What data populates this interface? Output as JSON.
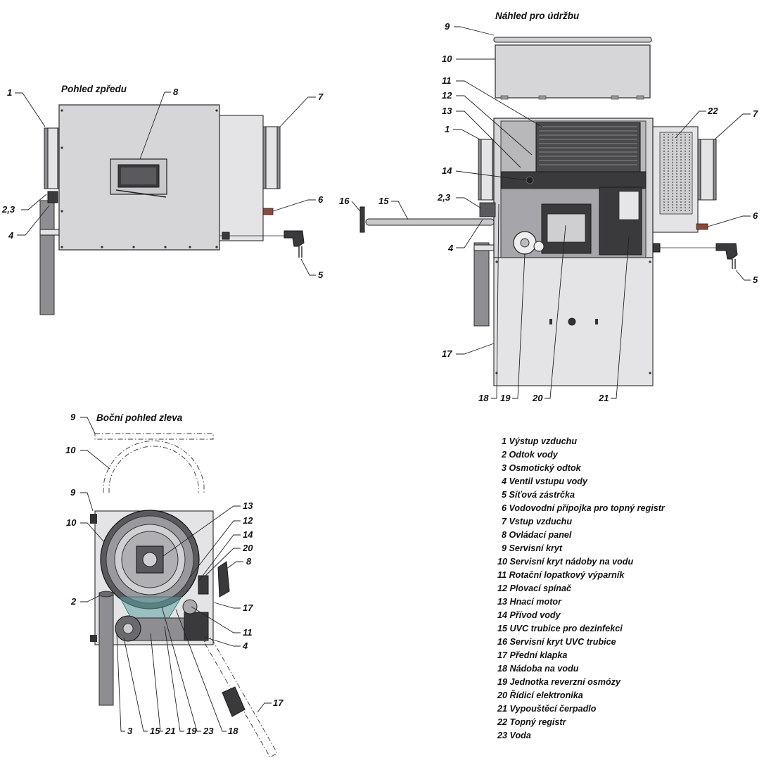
{
  "views": {
    "front": "Pohled zpředu",
    "maintenance": "Náhled pro údržbu",
    "side": "Boční pohled zleva"
  },
  "callouts": {
    "front": [
      "1",
      "8",
      "7",
      "2,3",
      "4",
      "6",
      "5"
    ],
    "maintenance": [
      "9",
      "10",
      "11",
      "12",
      "13",
      "1",
      "14",
      "22",
      "7",
      "16",
      "15",
      "2,3",
      "4",
      "6",
      "5",
      "17",
      "18",
      "19",
      "20",
      "21"
    ],
    "side": [
      "9",
      "10",
      "9",
      "10",
      "13",
      "12",
      "14",
      "20",
      "8",
      "2",
      "17",
      "11",
      "4",
      "17",
      "3",
      "15",
      "21",
      "19",
      "23",
      "18"
    ]
  },
  "legend": [
    "1 Výstup vzduchu",
    "2 Odtok vody",
    "3 Osmotický odtok",
    "4 Ventil vstupu vody",
    "5 Síťová zástrčka",
    "6 Vodovodní přípojka pro topný registr",
    "7 Vstup vzduchu",
    "8 Ovládací panel",
    "9 Servisní kryt",
    "10 Servisní kryt nádoby na vodu",
    "11 Rotační lopatkový výparník",
    "12 Plovací spínač",
    "13 Hnací motor",
    "14 Přívod vody",
    "15 UVC trubice pro dezinfekci",
    "16 Servisní kryt UVC trubice",
    "17 Přední klapka",
    "18 Nádoba na vodu",
    "19 Jednotka reverzní osmózy",
    "20 Řídicí elektronika",
    "21 Vypouštěcí čerpadlo",
    "22 Topný registr",
    "23 Voda"
  ]
}
